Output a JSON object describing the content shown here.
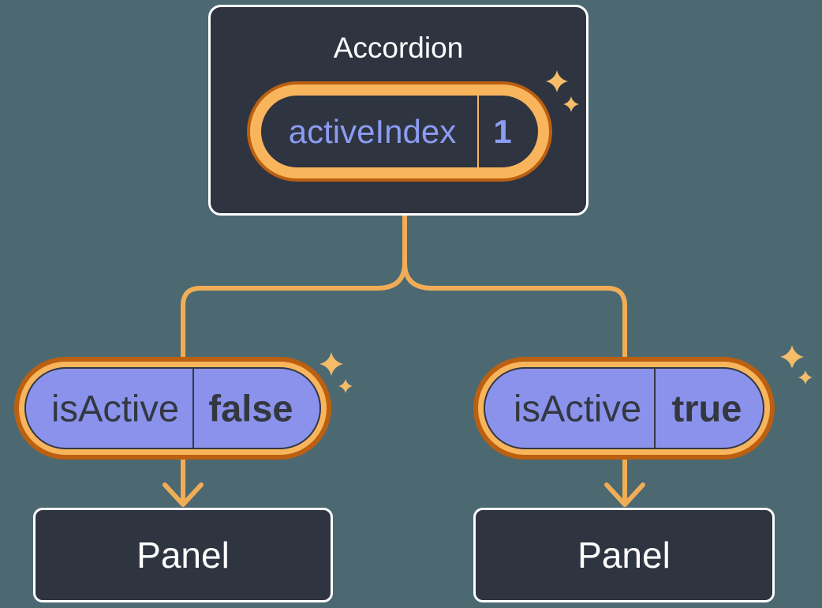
{
  "diagram": {
    "root_card": {
      "title": "Accordion",
      "state_pill": {
        "name": "activeIndex",
        "value": "1"
      }
    },
    "children": [
      {
        "prop_pill": {
          "name": "isActive",
          "value": "false"
        },
        "panel": {
          "title": "Panel"
        }
      },
      {
        "prop_pill": {
          "name": "isActive",
          "value": "true"
        },
        "panel": {
          "title": "Panel"
        }
      }
    ]
  },
  "colors": {
    "background": "#4c6972",
    "card_dark": "#2e3440",
    "card_border": "#ffffff",
    "orange_dark": "#bb5f10",
    "orange_light": "#f8b55c",
    "connector_orange": "#f1ad56",
    "sparkle_orange": "#f5bd6a",
    "pill_purple": "#8a92ec",
    "state_text_purple": "#8c9cf2",
    "label_dark": "#333840",
    "title_text": "#ffffff"
  }
}
